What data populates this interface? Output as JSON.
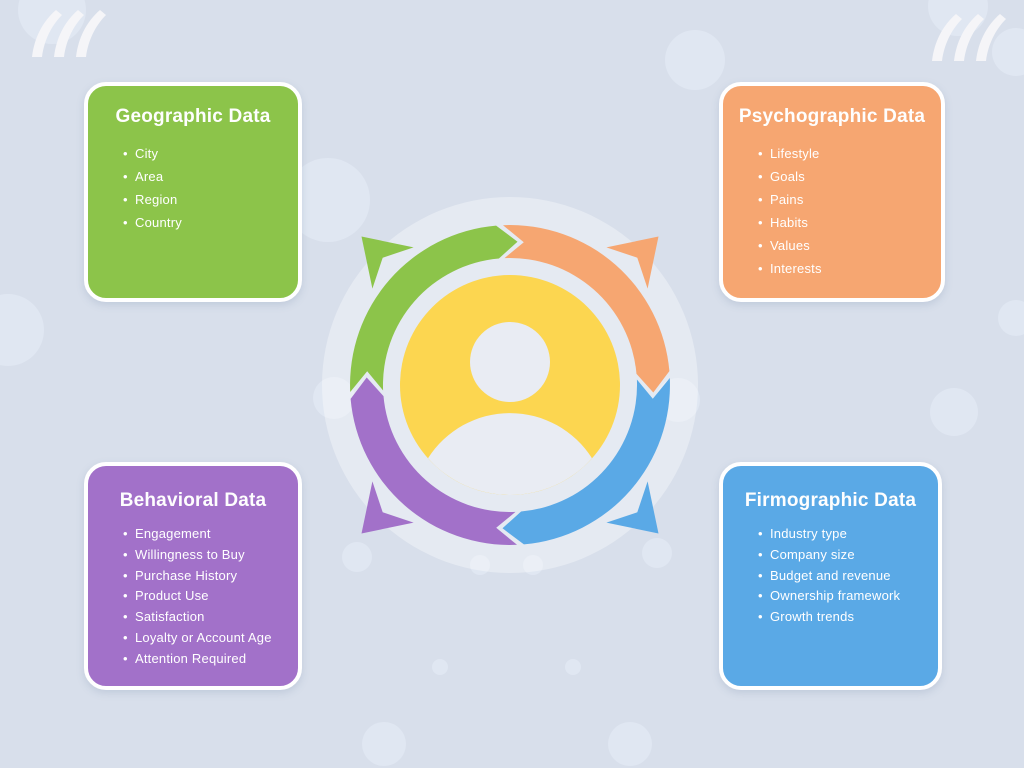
{
  "canvas": {
    "background_color": "#d8dfeb",
    "bubble_color": "#e0e7f2",
    "corner_slash_color": "#f5f5f8"
  },
  "center_graphic": {
    "description": "Customer avatar inside a four-color circular cycle of arrows with outward corner arrowheads",
    "avatar_circle_color": "#fcd650",
    "avatar_person_color": "#e9ecf3",
    "arrows": [
      {
        "name": "green-arrow",
        "color": "#8cc44a"
      },
      {
        "name": "orange-arrow",
        "color": "#f6a671"
      },
      {
        "name": "blue-arrow",
        "color": "#5aa9e6"
      },
      {
        "name": "purple-arrow",
        "color": "#a271c9"
      }
    ]
  },
  "cards": [
    {
      "id": "geographic",
      "title": "Geographic Data",
      "color": "#8cc44a",
      "position": "top-left",
      "items": [
        "City",
        "Area",
        "Region",
        "Country"
      ]
    },
    {
      "id": "psychographic",
      "title": "Psychographic Data",
      "color": "#f6a671",
      "position": "top-right",
      "items": [
        "Lifestyle",
        "Goals",
        "Pains",
        "Habits",
        "Values",
        "Interests"
      ]
    },
    {
      "id": "behavioral",
      "title": "Behavioral Data",
      "color": "#a271c9",
      "position": "bottom-left",
      "items": [
        "Engagement",
        "Willingness to Buy",
        "Purchase History",
        "Product Use",
        "Satisfaction",
        "Loyalty or Account Age",
        "Attention Required"
      ]
    },
    {
      "id": "firmographic",
      "title": "Firmographic Data",
      "color": "#5aa9e6",
      "position": "bottom-right",
      "items": [
        "Industry type",
        "Company size",
        "Budget and revenue",
        "Ownership framework",
        "Growth trends"
      ]
    }
  ]
}
